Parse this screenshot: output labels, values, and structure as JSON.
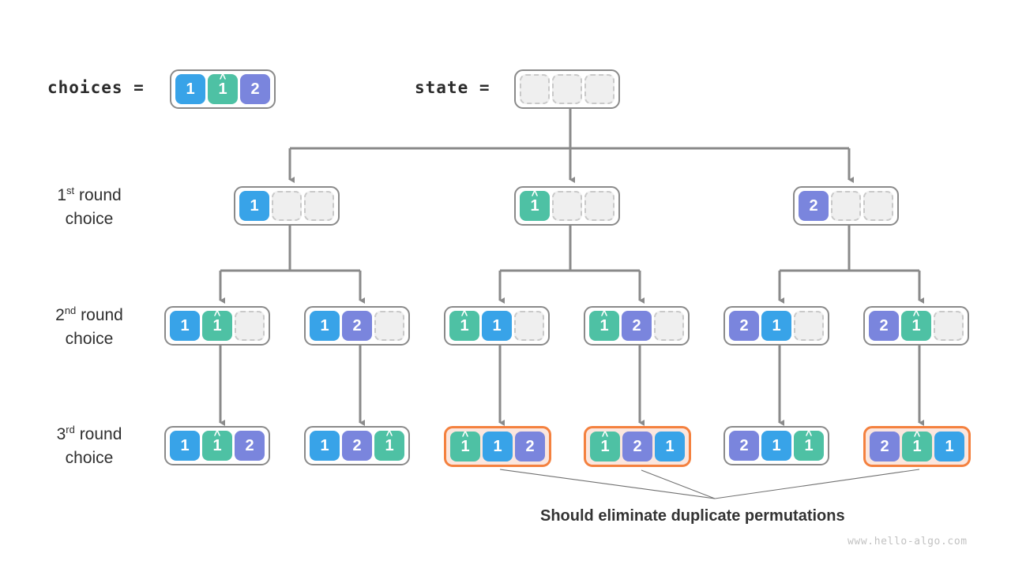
{
  "header": {
    "choices_label": "choices =",
    "state_label": "state =",
    "choices": [
      "1",
      "1hat",
      "2"
    ],
    "state": [
      "",
      "",
      ""
    ]
  },
  "rows": [
    {
      "label_main": "round",
      "label_ordinal": "1",
      "label_sup": "st",
      "label_sub": "choice"
    },
    {
      "label_main": "round",
      "label_ordinal": "2",
      "label_sup": "nd",
      "label_sub": "choice"
    },
    {
      "label_main": "round",
      "label_ordinal": "3",
      "label_sup": "rd",
      "label_sub": "choice"
    }
  ],
  "level1": [
    {
      "cells": [
        "1",
        "",
        ""
      ],
      "duplicate": false
    },
    {
      "cells": [
        "1hat",
        "",
        ""
      ],
      "duplicate": false
    },
    {
      "cells": [
        "2",
        "",
        ""
      ],
      "duplicate": false
    }
  ],
  "level2": [
    {
      "cells": [
        "1",
        "1hat",
        ""
      ],
      "duplicate": false
    },
    {
      "cells": [
        "1",
        "2",
        ""
      ],
      "duplicate": false
    },
    {
      "cells": [
        "1hat",
        "1",
        ""
      ],
      "duplicate": false
    },
    {
      "cells": [
        "1hat",
        "2",
        ""
      ],
      "duplicate": false
    },
    {
      "cells": [
        "2",
        "1",
        ""
      ],
      "duplicate": false
    },
    {
      "cells": [
        "2",
        "1hat",
        ""
      ],
      "duplicate": false
    }
  ],
  "level3": [
    {
      "cells": [
        "1",
        "1hat",
        "2"
      ],
      "duplicate": false
    },
    {
      "cells": [
        "1",
        "2",
        "1hat"
      ],
      "duplicate": false
    },
    {
      "cells": [
        "1hat",
        "1",
        "2"
      ],
      "duplicate": true
    },
    {
      "cells": [
        "1hat",
        "2",
        "1"
      ],
      "duplicate": true
    },
    {
      "cells": [
        "2",
        "1",
        "1hat"
      ],
      "duplicate": false
    },
    {
      "cells": [
        "2",
        "1hat",
        "1"
      ],
      "duplicate": true
    }
  ],
  "caption": "Should eliminate duplicate permutations",
  "watermark": "www.hello-algo.com",
  "colors": {
    "blue": "#38a3e8",
    "green": "#4ec1a4",
    "purple": "#7a85dd",
    "highlight_border": "#f4813f",
    "highlight_fill": "#fbe6de",
    "edge": "#8a8a8a",
    "box_border": "#8a8a8a",
    "empty_fill": "#efefef"
  }
}
